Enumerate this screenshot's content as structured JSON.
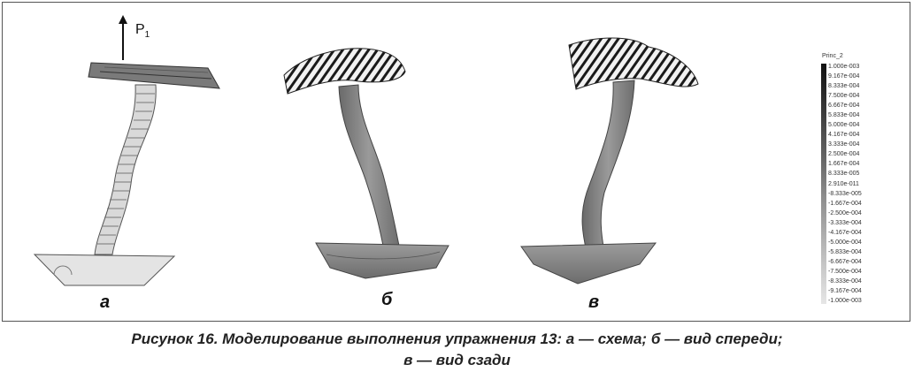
{
  "figure": {
    "force_label_main": "P",
    "force_label_sub": "1",
    "panels": [
      {
        "label": "а"
      },
      {
        "label": "б"
      },
      {
        "label": "в"
      }
    ]
  },
  "legend": {
    "title": "Princ_2",
    "ticks": [
      "1.000e-003",
      "9.167e-004",
      "8.333e-004",
      "7.500e-004",
      "6.667e-004",
      "5.833e-004",
      "5.000e-004",
      "4.167e-004",
      "3.333e-004",
      "2.500e-004",
      "1.667e-004",
      "8.333e-005",
      "2.910e-011",
      "-8.333e-005",
      "-1.667e-004",
      "-2.500e-004",
      "-3.333e-004",
      "-4.167e-004",
      "-5.000e-004",
      "-5.833e-004",
      "-6.667e-004",
      "-7.500e-004",
      "-8.333e-004",
      "-9.167e-004",
      "-1.000e-003"
    ]
  },
  "caption": {
    "line1": "Рисунок 16. Моделирование выполнения упражнения 13: а — схема; б — вид спереди;",
    "line2": "в — вид сзади"
  }
}
